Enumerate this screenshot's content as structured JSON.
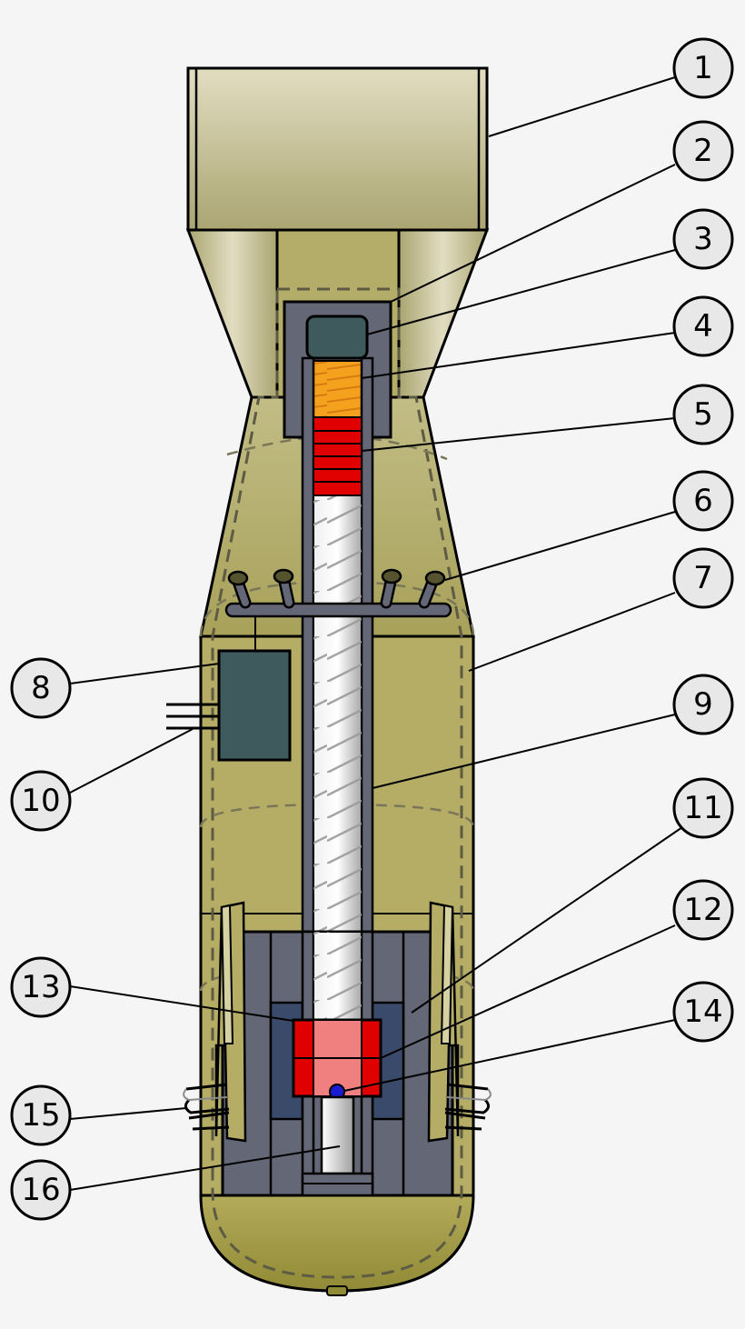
{
  "diagram": {
    "subject": "gun-type nuclear bomb cutaway",
    "callouts": [
      {
        "id": "c1",
        "label": "1"
      },
      {
        "id": "c2",
        "label": "2"
      },
      {
        "id": "c3",
        "label": "3"
      },
      {
        "id": "c4",
        "label": "4"
      },
      {
        "id": "c5",
        "label": "5"
      },
      {
        "id": "c6",
        "label": "6"
      },
      {
        "id": "c7",
        "label": "7"
      },
      {
        "id": "c8",
        "label": "8"
      },
      {
        "id": "c9",
        "label": "9"
      },
      {
        "id": "c10",
        "label": "10"
      },
      {
        "id": "c11",
        "label": "11"
      },
      {
        "id": "c12",
        "label": "12"
      },
      {
        "id": "c13",
        "label": "13"
      },
      {
        "id": "c14",
        "label": "14"
      },
      {
        "id": "c15",
        "label": "15"
      },
      {
        "id": "c16",
        "label": "16"
      }
    ],
    "colors": {
      "background": "#f5f5f5",
      "casing_olive": "#b5ad66",
      "casing_dark": "#9b9444",
      "tail_light": "#e2ddc1",
      "tail_dark": "#aaa571",
      "steel_gray": "#646775",
      "slate": "#3e5a5c",
      "propellant_orange": "#f4a21e",
      "projectile_red": "#e00000",
      "target_pink": "#f08080",
      "initiator_blue": "#1a1ad0",
      "navy_block": "#3a4a6a",
      "callout_fill": "#e8e8e8"
    }
  }
}
